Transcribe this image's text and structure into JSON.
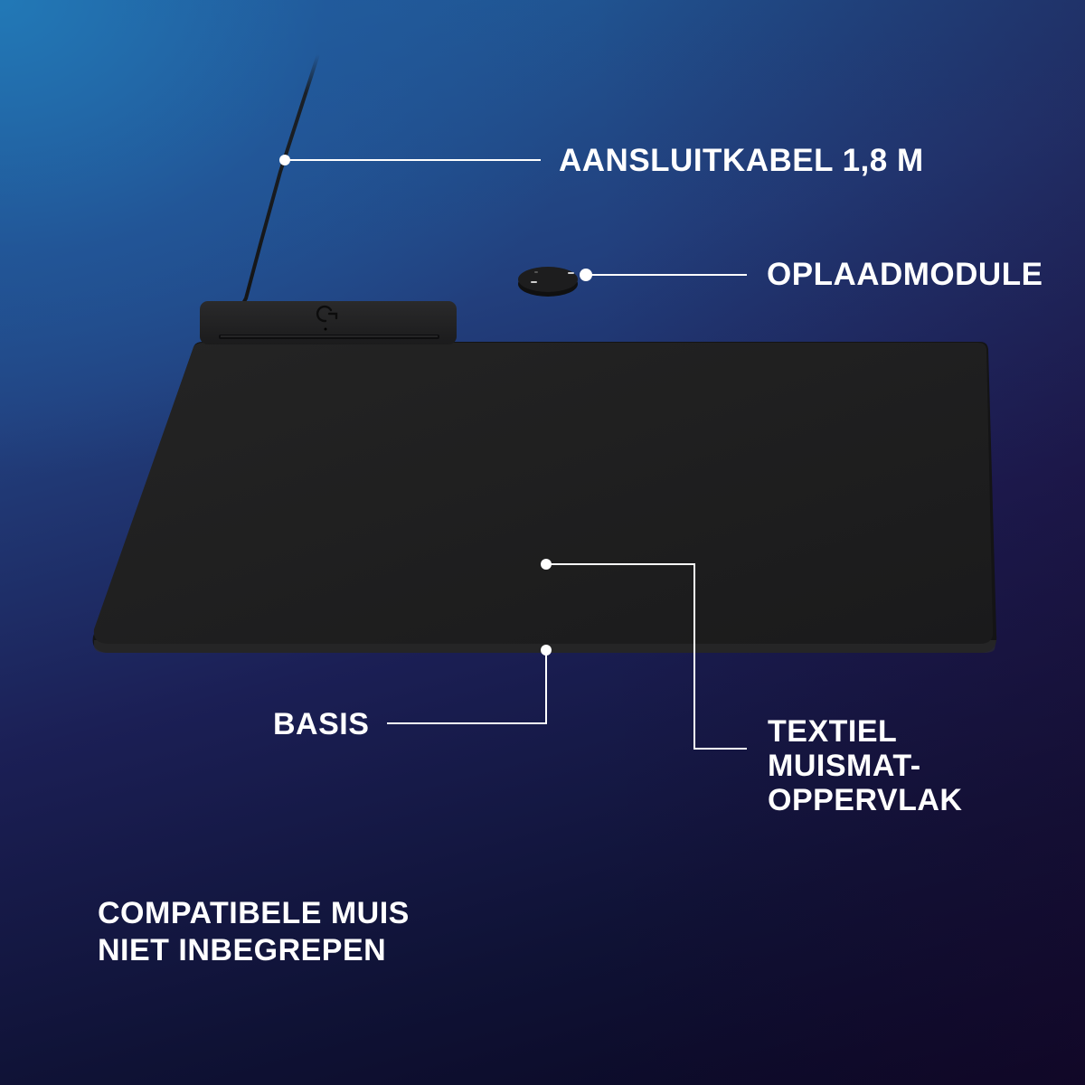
{
  "product": {
    "description": "Wireless charging mouse pad system with base, textile surface and charging module"
  },
  "callouts": {
    "cable": {
      "label": "AANSLUITKABEL 1,8 m"
    },
    "module": {
      "label": "OPLAADMODULE"
    },
    "basis": {
      "label": "BASIS"
    },
    "textile": {
      "lines": [
        "TEXTIEL",
        "MUISMAT-",
        "OPPERVLAK"
      ]
    }
  },
  "footnote": {
    "lines": [
      "COMPATIBELE MUIS",
      "NIET INBEGREPEN"
    ]
  },
  "icons": {
    "logo": "g-logo-icon"
  },
  "colors": {
    "background_top_left": "#2272b4",
    "background_mid": "#1b1f55",
    "background_bottom_right": "#0a0722",
    "mat": "#1e1e1f",
    "text": "#ffffff",
    "callout_line": "#ffffff"
  }
}
